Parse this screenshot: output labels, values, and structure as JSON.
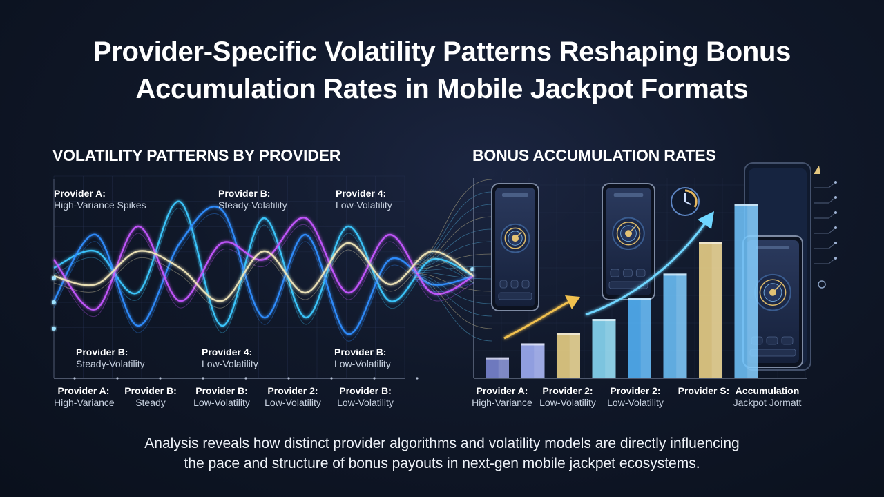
{
  "title": {
    "line1": "Provider-Specific Volatility Patterns Reshaping Bonus",
    "line2": "Accumulation Rates in Mobile Jackpot Formats"
  },
  "chart_data": [
    {
      "type": "line",
      "title": "VOLATILITY PATTERNS BY PROVIDER",
      "top_labels": [
        {
          "name": "Provider A:",
          "desc": "High-Variance Spikes"
        },
        {
          "name": "Provider B:",
          "desc": "Steady-Volatility"
        },
        {
          "name": "Provider 4:",
          "desc": "Low-Volatility"
        }
      ],
      "mid_labels": [
        {
          "name": "Provider B:",
          "desc": "Steady-Volatility"
        },
        {
          "name": "Provider 4:",
          "desc": "Low-Volatility"
        },
        {
          "name": "Provider B:",
          "desc": "Low-Volatility"
        }
      ],
      "axis_labels": [
        {
          "name": "Provider A:",
          "desc": "High-Variance"
        },
        {
          "name": "Provider B:",
          "desc": "Steady"
        },
        {
          "name": "Provider B:",
          "desc": "Low-Volatility"
        },
        {
          "name": "Provider 2:",
          "desc": "Low-Volatility"
        },
        {
          "name": "Provider B:",
          "desc": "Low-Volatility"
        }
      ],
      "series": [
        {
          "color": "#3cc8ff",
          "values": [
            0.1,
            0.3,
            -0.2,
            0.9,
            -0.6,
            0.7,
            -0.5,
            0.6,
            -0.3,
            0.2,
            0.0
          ]
        },
        {
          "color": "#2f8dff",
          "values": [
            -0.3,
            0.5,
            -0.6,
            0.4,
            0.8,
            -0.5,
            0.5,
            -0.7,
            0.2,
            -0.1,
            0.0
          ]
        },
        {
          "color": "#c556ff",
          "values": [
            0.2,
            -0.4,
            0.6,
            -0.3,
            0.4,
            0.2,
            0.7,
            -0.2,
            0.5,
            -0.2,
            0.0
          ]
        },
        {
          "color": "#f0e6b8",
          "values": [
            0.0,
            -0.1,
            0.3,
            0.1,
            -0.3,
            0.3,
            -0.2,
            0.4,
            -0.1,
            0.3,
            0.0
          ]
        }
      ]
    },
    {
      "type": "bar",
      "title": "BONUS ACCUMULATION RATES",
      "values": [
        1.2,
        2.0,
        2.6,
        3.4,
        4.6,
        6.0,
        7.8,
        10.0
      ],
      "colors": [
        "#7f8bd8",
        "#a7b6ff",
        "#f3d98a",
        "#8fe3ff",
        "#56b8ff",
        "#6ec5ff",
        "#f5d98c",
        "#72c7ff"
      ],
      "ylim": [
        0,
        11
      ],
      "categories": [
        {
          "name": "Provider A:",
          "desc": "High-Variance"
        },
        {
          "name": "Provider 2:",
          "desc": "Low-Volatility"
        },
        {
          "name": "Provider 2:",
          "desc": "Low-Volatility"
        },
        {
          "name": "Provider S:",
          "desc": ""
        },
        {
          "name": "Accumulation",
          "desc": "Jackpot Jormatt"
        }
      ]
    }
  ],
  "footer": {
    "line1": "Analysis reveals how distinct provider algorithms and volatility models are directly influencing",
    "line2": "the pace and structure of bonus payouts in next-gen mobile jackpet ecosystems."
  }
}
